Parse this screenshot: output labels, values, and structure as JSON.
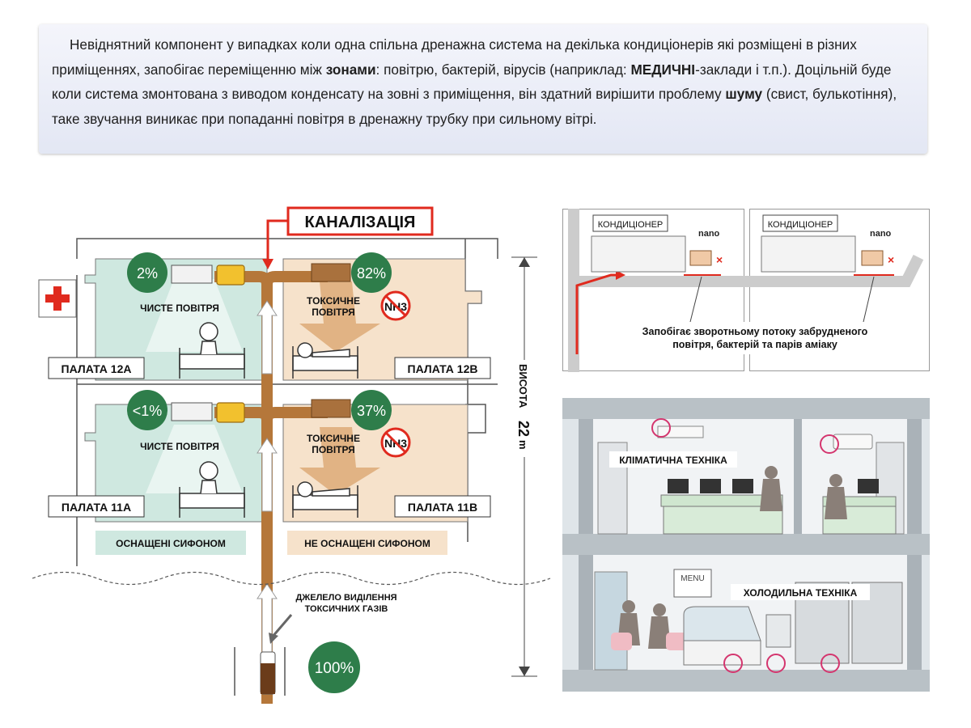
{
  "intro": {
    "parts": [
      "Невіднятний компонент у випадках коли одна спільна дренажна система на декілька кондиціонерів які розміщені в різних приміщеннях, запобігає переміщенню між ",
      "зонами",
      ": повітрю, бактерій, вірусів (наприклад: ",
      "МЕДИЧНІ",
      "-заклади і т.п.). Доцільній буде коли система змонтована з виводом конденсату на зовні з приміщення, він здатний вирішити проблему ",
      "шуму",
      " (свист, булькотіння), таке звучання виникає при попаданні повітря в дренажну трубку при сильному вітрі."
    ]
  },
  "left": {
    "sewer_label": "КАНАЛІЗАЦІЯ",
    "height_label": "ВИСОТА",
    "height_value": "22",
    "height_unit": "m",
    "rooms": {
      "r12a": {
        "percent": "2%",
        "air": "ЧИСТЕ ПОВІТРЯ",
        "name": "ПАЛАТА 12А"
      },
      "r12b": {
        "percent": "82%",
        "air_line1": "ТОКСИЧНЕ",
        "air_line2": "ПОВІТРЯ",
        "name": "ПАЛАТА 12В"
      },
      "r11a": {
        "percent": "<1%",
        "air": "ЧИСТЕ ПОВІТРЯ",
        "name": "ПАЛАТА 11А"
      },
      "r11b": {
        "percent": "37%",
        "air_line1": "ТОКСИЧНЕ",
        "air_line2": "ПОВІТРЯ",
        "name": "ПАЛАТА 11В"
      }
    },
    "nh3": "NH3",
    "equipped": "ОСНАЩЕНІ СИФОНОМ",
    "not_equipped": "НЕ ОСНАЩЕНІ СИФОНОМ",
    "source_line1": "ДЖЕЛЕЛО ВИДІЛЕННЯ",
    "source_line2": "ТОКСИЧНИХ ГАЗІВ",
    "source_percent": "100%"
  },
  "duct": {
    "unit1": "КОНДИЦІОНЕР",
    "unit2": "КОНДИЦІОНЕР",
    "brand1": "nano",
    "brand2": "nano",
    "caption_line1": "Запобігає зворотньому потоку забрудненого",
    "caption_line2": "повітря, бактерій та парів аміаку"
  },
  "building": {
    "upper_label": "КЛІМАТИЧНА ТЕХНІКА",
    "lower_label": "ХОЛОДИЛЬНА ТЕХНІКА",
    "menu": "MENU"
  },
  "colors": {
    "green_badge": "#2e7d4a",
    "clean_room": "#cfe8e0",
    "toxic_room": "#f6e2cb",
    "pipe": "#b5773a",
    "red": "#e02a1e",
    "magenta": "#d4356e"
  }
}
